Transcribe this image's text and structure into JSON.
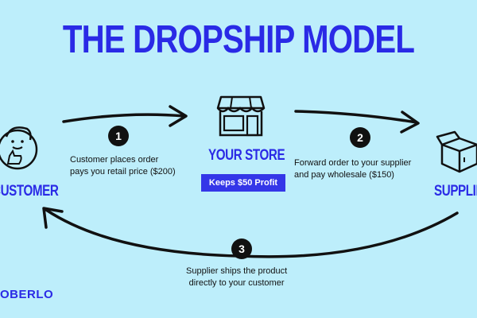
{
  "title": "THE DROPSHIP MODEL",
  "nodes": {
    "customer": "CUSTOMER",
    "store": "YOUR STORE",
    "supplier": "SUPPLIER"
  },
  "profit_badge": "Keeps $50 Profit",
  "steps": [
    {
      "number": "1",
      "caption": "Customer places order\npays you retail price ($200)"
    },
    {
      "number": "2",
      "caption": "Forward order to your supplier\nand pay wholesale ($150)"
    },
    {
      "number": "3",
      "caption": "Supplier ships the product\ndirectly to your customer"
    }
  ],
  "brand": "OBERLO",
  "colors": {
    "background": "#bdeefb",
    "accent": "#2a2ae6",
    "badge": "#3436e8",
    "ink": "#111111"
  }
}
